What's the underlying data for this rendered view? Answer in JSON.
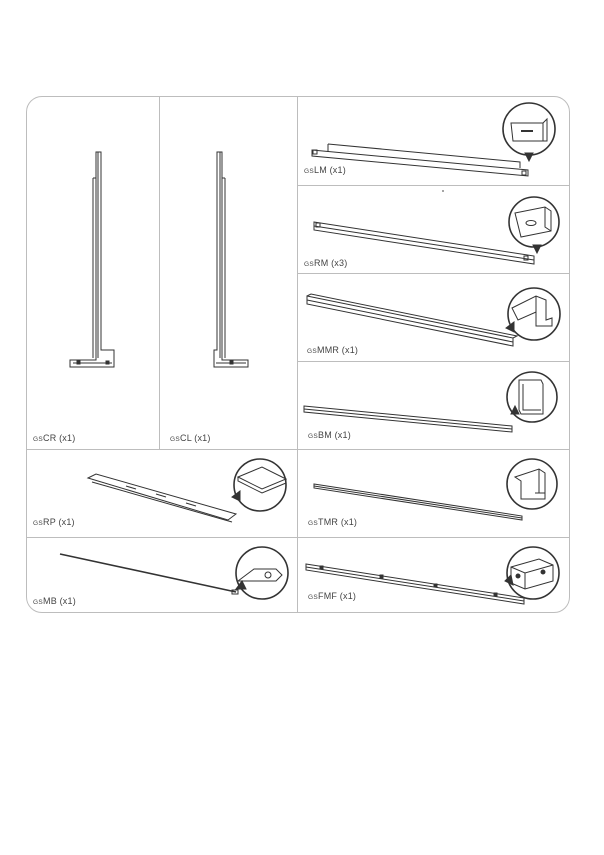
{
  "prefix": "GS",
  "parts": [
    {
      "code": "CR",
      "qty": "(x1)"
    },
    {
      "code": "CL",
      "qty": "(x1)"
    },
    {
      "code": "LM",
      "qty": "(x1)"
    },
    {
      "code": "RM",
      "qty": "(x3)"
    },
    {
      "code": "MMR",
      "qty": "(x1)"
    },
    {
      "code": "BM",
      "qty": "(x1)"
    },
    {
      "code": "RP",
      "qty": "(x1)"
    },
    {
      "code": "TMR",
      "qty": "(x1)"
    },
    {
      "code": "MB",
      "qty": "(x1)"
    },
    {
      "code": "FMF",
      "qty": "(x1)"
    }
  ]
}
